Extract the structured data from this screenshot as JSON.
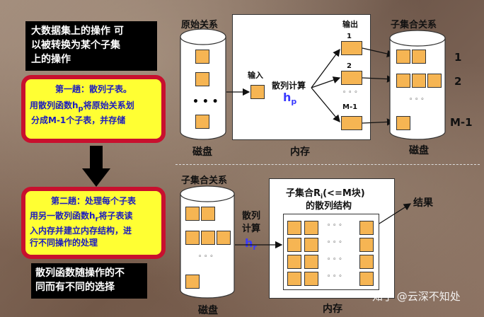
{
  "left_panel": {
    "top_box": [
      "大数据集上的操作 可",
      "以被转换为某个子集",
      "上的操作"
    ],
    "pass1": {
      "title": "第一趟：散列子表。",
      "line1_a": "用散列函数h",
      "line1_sub": "p",
      "line1_b": "将原始关系划",
      "line2": "分成M-1个子表，并存储"
    },
    "pass2": {
      "title": "第二趟：处理每个子表",
      "lines": [
        "用另一散列函数h",
        "将子表读",
        "入内存并建立内存结构，进",
        "行不同操作的处理"
      ],
      "h_sub": "r"
    },
    "bottom_box": [
      "散列函数随操作的不",
      "同而有不同的选择"
    ]
  },
  "top_diagram": {
    "original_relation": "原始关系",
    "disk_label": "磁盘",
    "memory_label": "内存",
    "input_label": "输入",
    "output_label": "输出",
    "hash_compute": "散列计算",
    "hash_func": "h",
    "hash_sub": "p",
    "bucket_labels": [
      "1",
      "2",
      "M-1"
    ],
    "subset_relation": "子集合关系",
    "subset_disk_label": "磁盘",
    "right_labels": [
      "1",
      "2",
      "M-1"
    ],
    "dots": "• • •",
    "small_dots": "◦ ◦ ◦"
  },
  "bottom_diagram": {
    "subset_relation": "子集合关系",
    "disk_label": "磁盘",
    "memory_label": "内存",
    "hash_compute_1": "散列",
    "hash_compute_2": "计算",
    "hash_func": "h",
    "hash_sub": "r",
    "structure_title_a": "子集合R",
    "structure_title_sub": "i",
    "structure_title_b": "(<=M块)",
    "structure_title_2": "的散列结构",
    "result_label": "结果",
    "small_dots": "◦ ◦ ◦"
  },
  "watermark": "知乎 @云深不知处",
  "colors": {
    "square": "#f6b553",
    "accent_blue": "#3a3aff",
    "red_border": "#c8102e",
    "yellow": "#ffff33"
  }
}
